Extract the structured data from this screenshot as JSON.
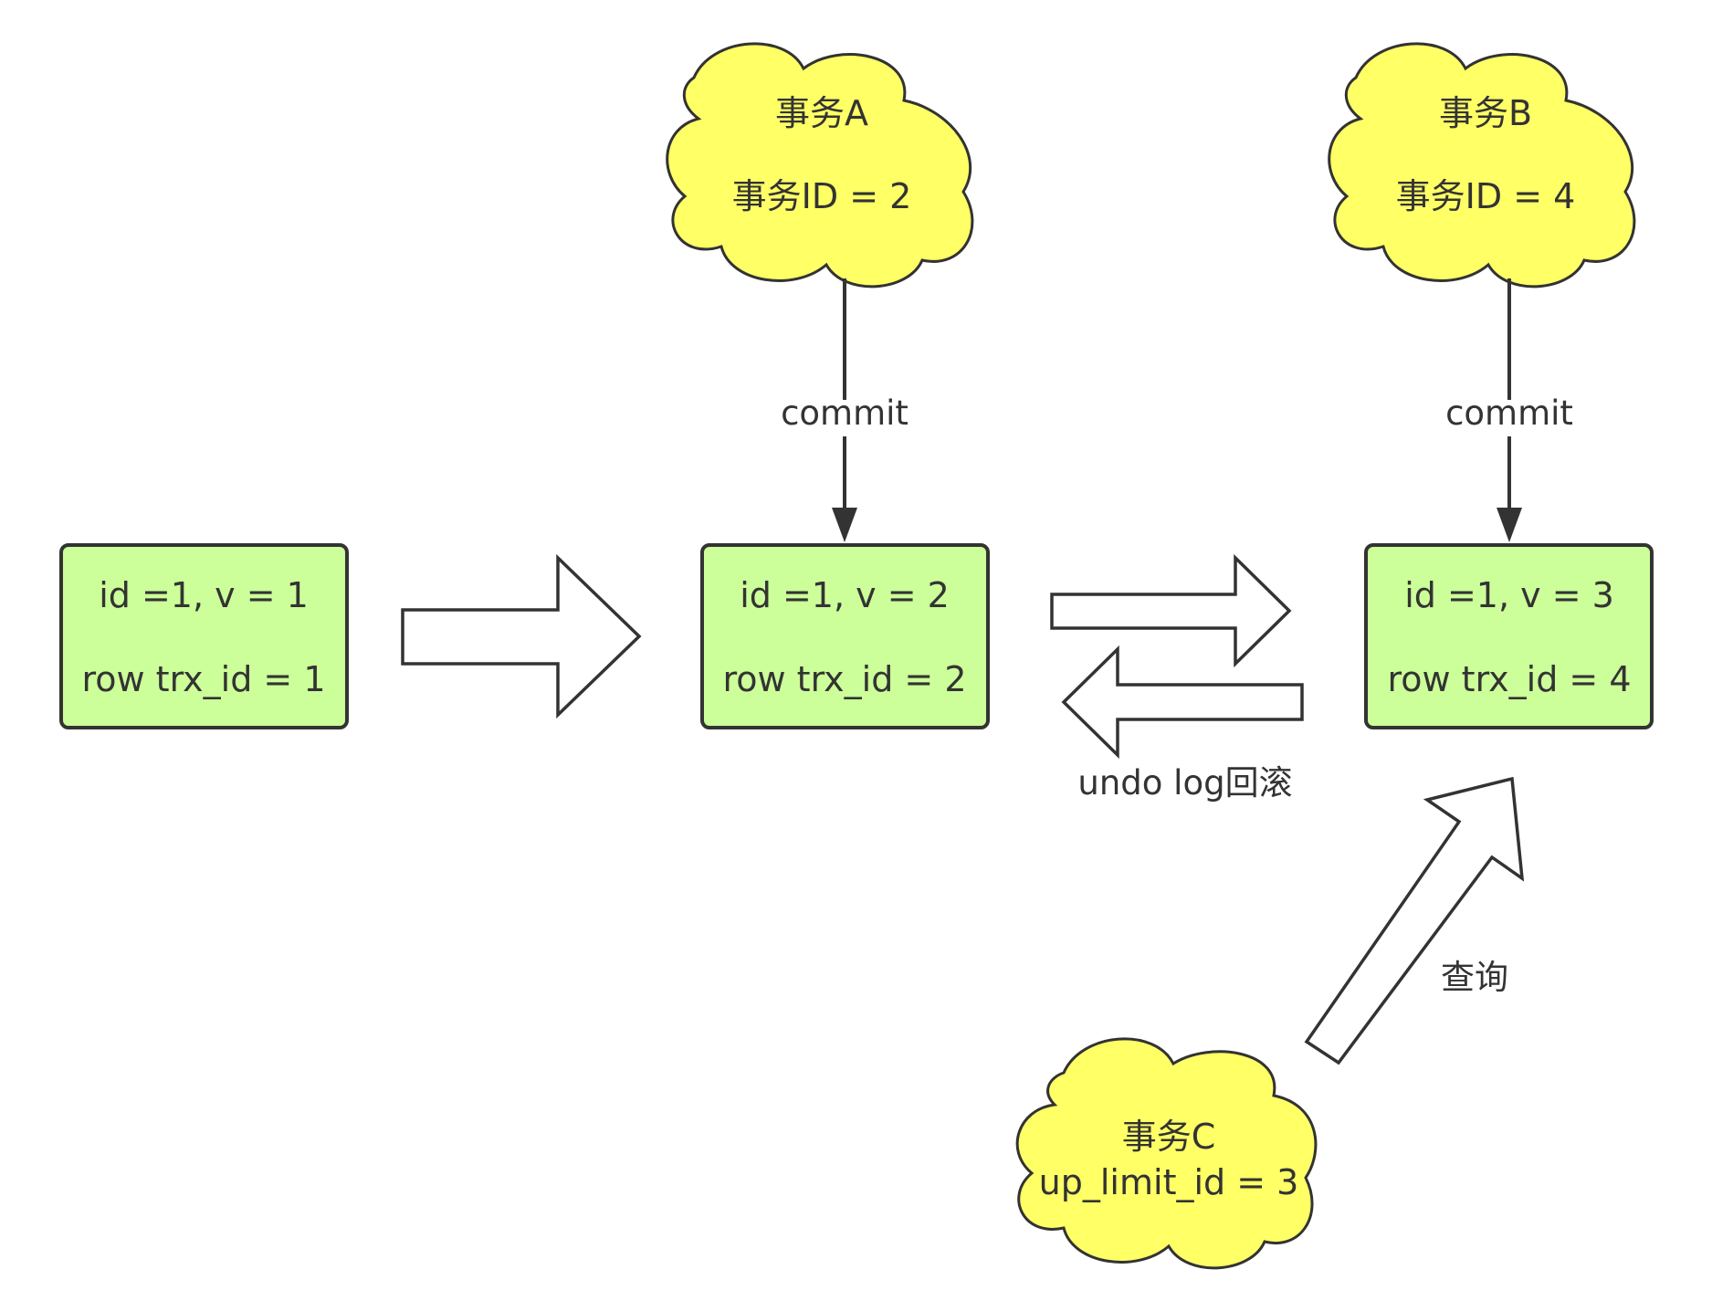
{
  "boxes": [
    {
      "line1": "id =1, v = 1",
      "line2": "row trx_id = 1"
    },
    {
      "line1": "id =1, v = 2",
      "line2": "row trx_id = 2"
    },
    {
      "line1": "id =1, v = 3",
      "line2": "row trx_id = 4"
    }
  ],
  "clouds": [
    {
      "line1": "事务A",
      "line2": "事务ID = 2"
    },
    {
      "line1": "事务B",
      "line2": "事务ID = 4"
    },
    {
      "line1": "事务C",
      "line2": "up_limit_id = 3"
    }
  ],
  "edges": {
    "commit_a": "commit",
    "commit_b": "commit",
    "undo": "undo log回滚",
    "query": "查询"
  },
  "colors": {
    "box_fill": "#ccff99",
    "cloud_fill": "#ffff66",
    "stroke": "#333333"
  }
}
